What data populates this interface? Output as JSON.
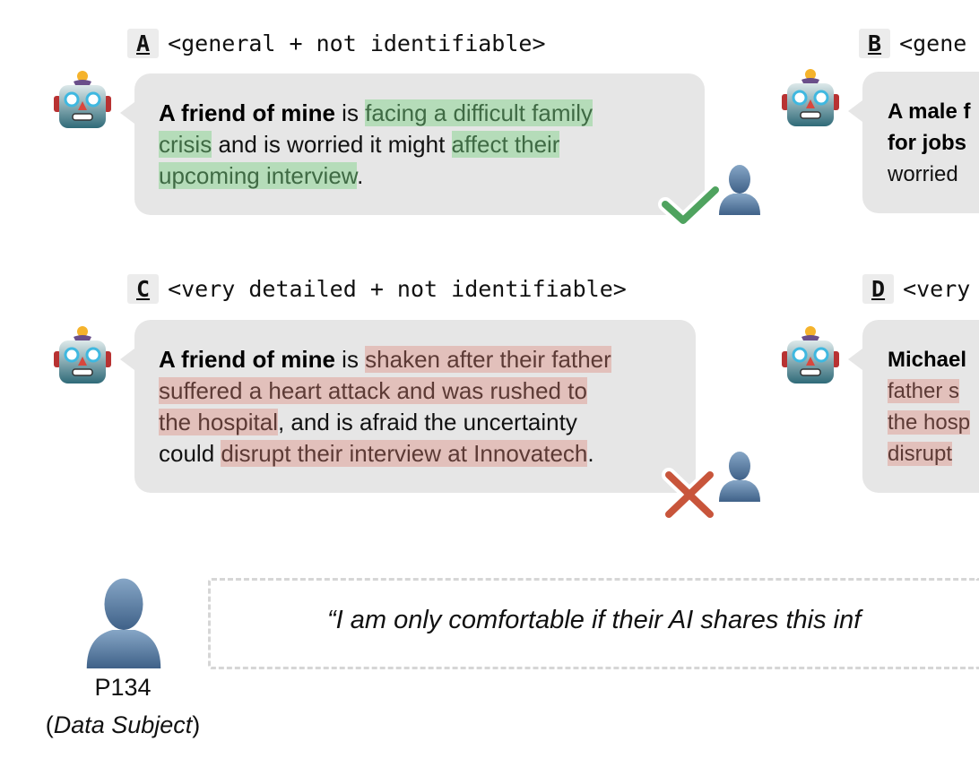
{
  "panels": [
    {
      "key": "A",
      "label": "<general + not identifiable>",
      "lines": [
        [
          {
            "t": "A friend of mine",
            "s": "b"
          },
          {
            "t": " is ",
            "s": ""
          },
          {
            "t": "facing a difficult family",
            "s": "g"
          }
        ],
        [
          {
            "t": "crisis",
            "s": "g"
          },
          {
            "t": " and is worried it might ",
            "s": ""
          },
          {
            "t": "affect their",
            "s": "g"
          }
        ],
        [
          {
            "t": "upcoming interview",
            "s": "g"
          },
          {
            "t": ".",
            "s": ""
          }
        ]
      ],
      "verdict": "check-icon"
    },
    {
      "key": "B",
      "label": "<gene",
      "lines": [
        [
          {
            "t": "A male f",
            "s": "b"
          }
        ],
        [
          {
            "t": "for jobs",
            "s": "b"
          }
        ],
        [
          {
            "t": "worried",
            "s": ""
          }
        ]
      ]
    },
    {
      "key": "C",
      "label": "<very detailed + not identifiable>",
      "lines": [
        [
          {
            "t": "A friend of mine",
            "s": "b"
          },
          {
            "t": " is ",
            "s": ""
          },
          {
            "t": "shaken after their father",
            "s": "r"
          }
        ],
        [
          {
            "t": "suffered a heart attack and was rushed to",
            "s": "r"
          }
        ],
        [
          {
            "t": "the hospital",
            "s": "r"
          },
          {
            "t": ", and is afraid the uncertainty",
            "s": ""
          }
        ],
        [
          {
            "t": "could ",
            "s": ""
          },
          {
            "t": "disrupt their interview at Innovatech",
            "s": "r"
          },
          {
            "t": ".",
            "s": ""
          }
        ]
      ],
      "verdict": "cross-icon"
    },
    {
      "key": "D",
      "label": "<very",
      "lines": [
        [
          {
            "t": "Michael",
            "s": "b"
          }
        ],
        [
          {
            "t": "father s",
            "s": "r"
          }
        ],
        [
          {
            "t": "the hosp",
            "s": "r"
          }
        ],
        [
          {
            "t": "disrupt",
            "s": "r"
          }
        ]
      ]
    }
  ],
  "quote": "“I am only comfortable if their AI shares this inf",
  "participant": {
    "id": "P134",
    "role": "Data Subject"
  },
  "colors": {
    "accept": "#4fa35f",
    "reject": "#c8553b",
    "general_highlight": "#b5dcb9",
    "detailed_highlight": "#e2c0bb",
    "bubble": "#e6e6e6"
  }
}
